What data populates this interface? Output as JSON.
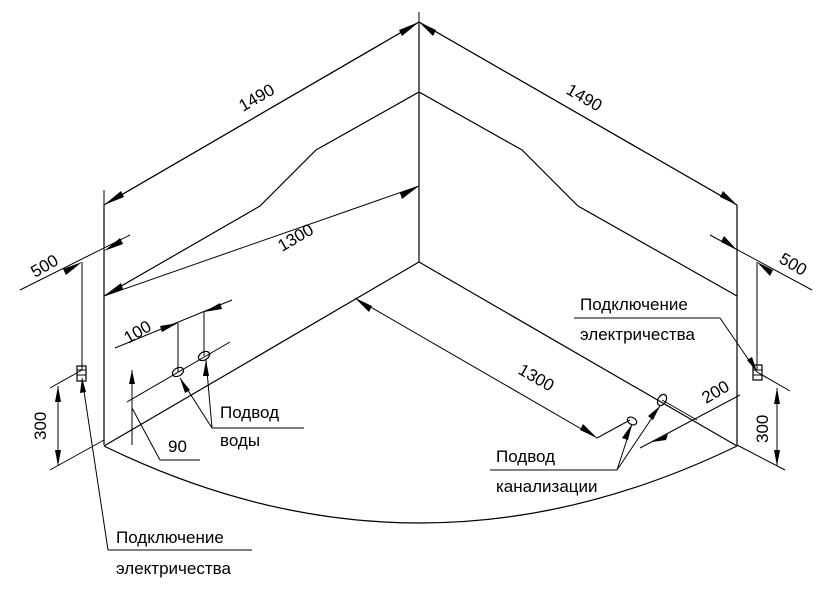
{
  "diagram": {
    "title": "Corner bathtub installation scheme",
    "dimensions": {
      "left_width": "1490",
      "right_width": "1490",
      "left_inner": "1300",
      "right_inner": "1300",
      "left_elec_offset": "500",
      "right_elec_offset": "500",
      "left_elec_height": "300",
      "right_elec_height": "300",
      "water_spacing": "100",
      "water_height": "90",
      "drain_offset": "200"
    },
    "labels": {
      "water_line1": "Подвод",
      "water_line2": "воды",
      "drain_line1": "Подвод",
      "drain_line2": "канализации",
      "elec_left_line1": "Подключение",
      "elec_left_line2": "электричества",
      "elec_right_line1": "Подключение",
      "elec_right_line2": "электричества"
    }
  }
}
